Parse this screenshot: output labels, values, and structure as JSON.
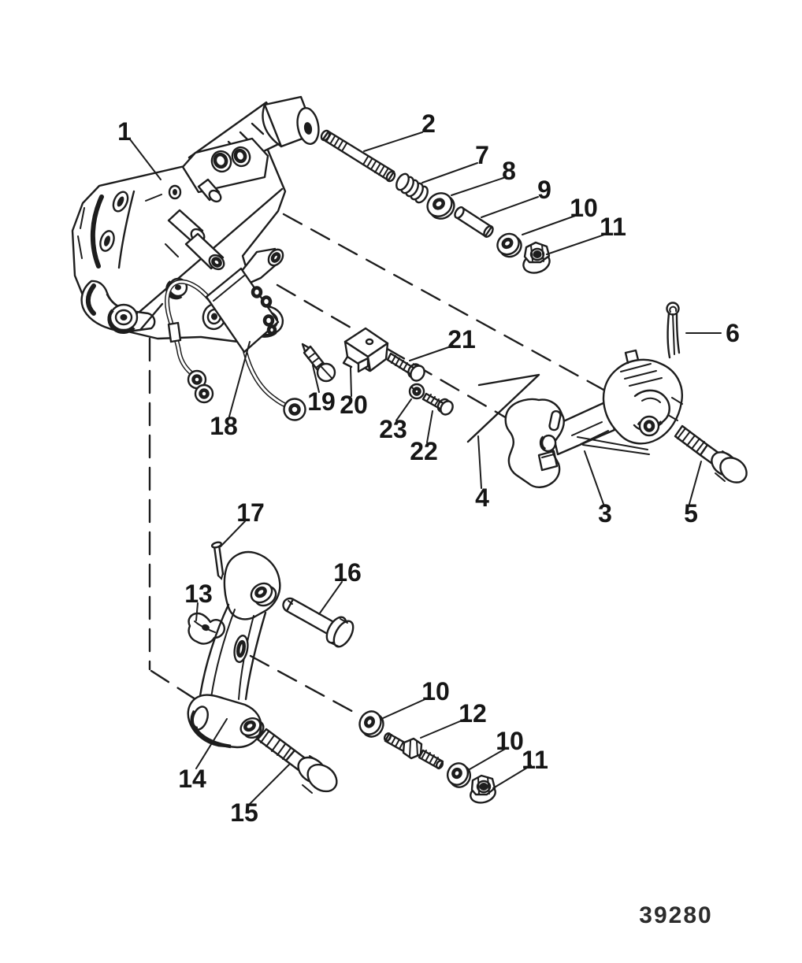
{
  "figure": {
    "drawing_number": "39280"
  },
  "colors": {
    "background": "#ffffff",
    "line": "#1d1d1d"
  },
  "callouts": [
    {
      "label": "1"
    },
    {
      "label": "2"
    },
    {
      "label": "7"
    },
    {
      "label": "8"
    },
    {
      "label": "9"
    },
    {
      "label": "10"
    },
    {
      "label": "11"
    },
    {
      "label": "6"
    },
    {
      "label": "21"
    },
    {
      "label": "19"
    },
    {
      "label": "20"
    },
    {
      "label": "23"
    },
    {
      "label": "22"
    },
    {
      "label": "18"
    },
    {
      "label": "4"
    },
    {
      "label": "3"
    },
    {
      "label": "5"
    },
    {
      "label": "17"
    },
    {
      "label": "13"
    },
    {
      "label": "16"
    },
    {
      "label": "14"
    },
    {
      "label": "15"
    },
    {
      "label": "10"
    },
    {
      "label": "12"
    },
    {
      "label": "10"
    },
    {
      "label": "11"
    }
  ]
}
